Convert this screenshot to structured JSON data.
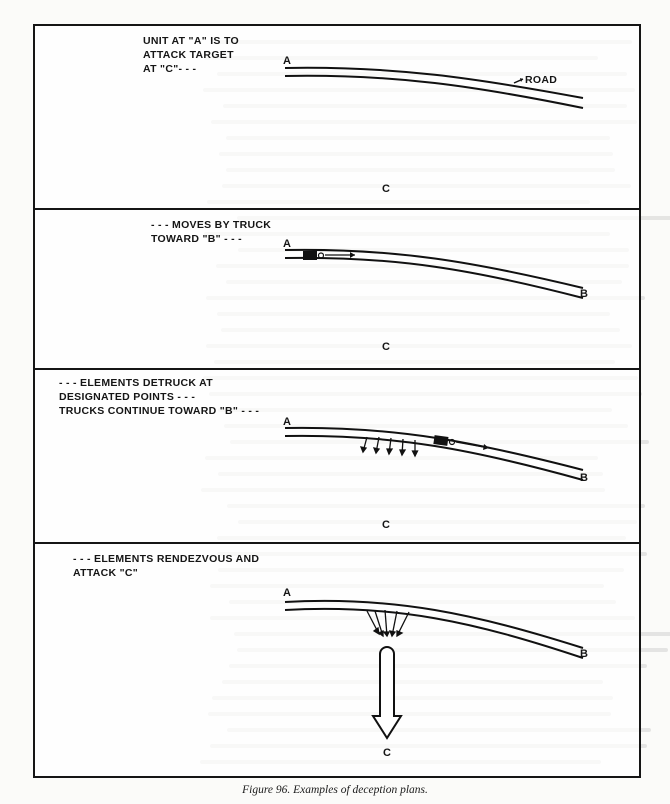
{
  "figure": {
    "caption": "Figure 96. Examples of deception plans."
  },
  "panels": [
    {
      "caption_lines": [
        "UNIT AT \"A\" IS TO",
        "ATTACK TARGET",
        "AT \"C\"- - -"
      ],
      "road_label": "ROAD",
      "point_a": "A",
      "point_c": "C"
    },
    {
      "caption_lines": [
        "- - - MOVES BY TRUCK",
        "TOWARD \"B\" - - -"
      ],
      "point_a": "A",
      "point_b": "B",
      "point_c": "C"
    },
    {
      "caption_lines": [
        "- - - ELEMENTS DETRUCK AT",
        "DESIGNATED POINTS - - -",
        "TRUCKS CONTINUE TOWARD \"B\" - - -"
      ],
      "point_a": "A",
      "point_b": "B",
      "point_c": "C"
    },
    {
      "caption_lines": [
        "- - - ELEMENTS RENDEZVOUS AND",
        "ATTACK \"C\""
      ],
      "point_a": "A",
      "point_b": "B",
      "point_c": "C"
    }
  ]
}
